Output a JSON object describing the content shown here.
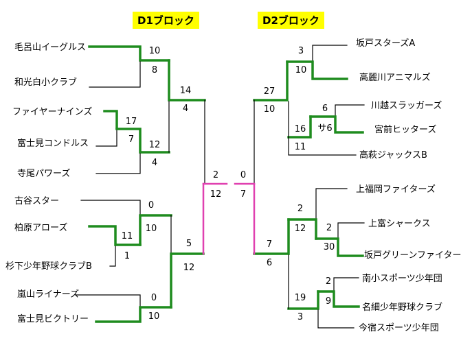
{
  "headers": {
    "d1": "D1ブロック",
    "d2": "D2ブロック"
  },
  "colors": {
    "win": "#1e8c1e",
    "lose": "#000000",
    "final": "#e040b0"
  },
  "d1": {
    "teams": [
      "毛呂山イーグルス",
      "和光白小クラブ",
      "ファイヤーナインズ",
      "富士見コンドルス",
      "寺尾パワーズ",
      "古谷スター",
      "柏原アローズ",
      "杉下少年野球クラブB",
      "嵐山ライナーズ",
      "富士見ビクトリー"
    ],
    "scores": {
      "m1_top": "10",
      "m1_bot": "8",
      "m2_top": "17",
      "m2_bot": "7",
      "m3_top": "12",
      "m3_bot": "4",
      "m4_top": "14",
      "m4_bot": "4",
      "m5_top": "11",
      "m5_bot": "1",
      "m6_top": "0",
      "m6_bot": "10",
      "m7_top": "0",
      "m7_bot": "10",
      "m8_top": "5",
      "m8_bot": "12",
      "final_top": "2",
      "final_bot": "12"
    }
  },
  "d2": {
    "teams": [
      "坂戸スターズA",
      "高麗川アニマルズ",
      "川越スラッガーズ",
      "宮前ヒッターズ",
      "高萩ジャックスB",
      "上福岡ファイターズ",
      "上富シャークス",
      "坂戸グリーンファイターズ",
      "南小スポーツ少年団",
      "名細少年野球クラブ",
      "今宿スポーツ少年団"
    ],
    "scores": {
      "m1_top": "3",
      "m1_bot": "10",
      "m2_top": "6",
      "m2_bot": "サ6",
      "m3_top": "16",
      "m3_bot": "11",
      "m4_top": "27",
      "m4_bot": "10",
      "m5_top": "2",
      "m5_bot": "30",
      "m6_top": "2",
      "m6_bot": "12",
      "m7_top": "2",
      "m7_bot": "9",
      "m8_top": "19",
      "m8_bot": "3",
      "m9_top": "7",
      "m9_bot": "6",
      "final_top": "0",
      "final_bot": "7"
    }
  }
}
